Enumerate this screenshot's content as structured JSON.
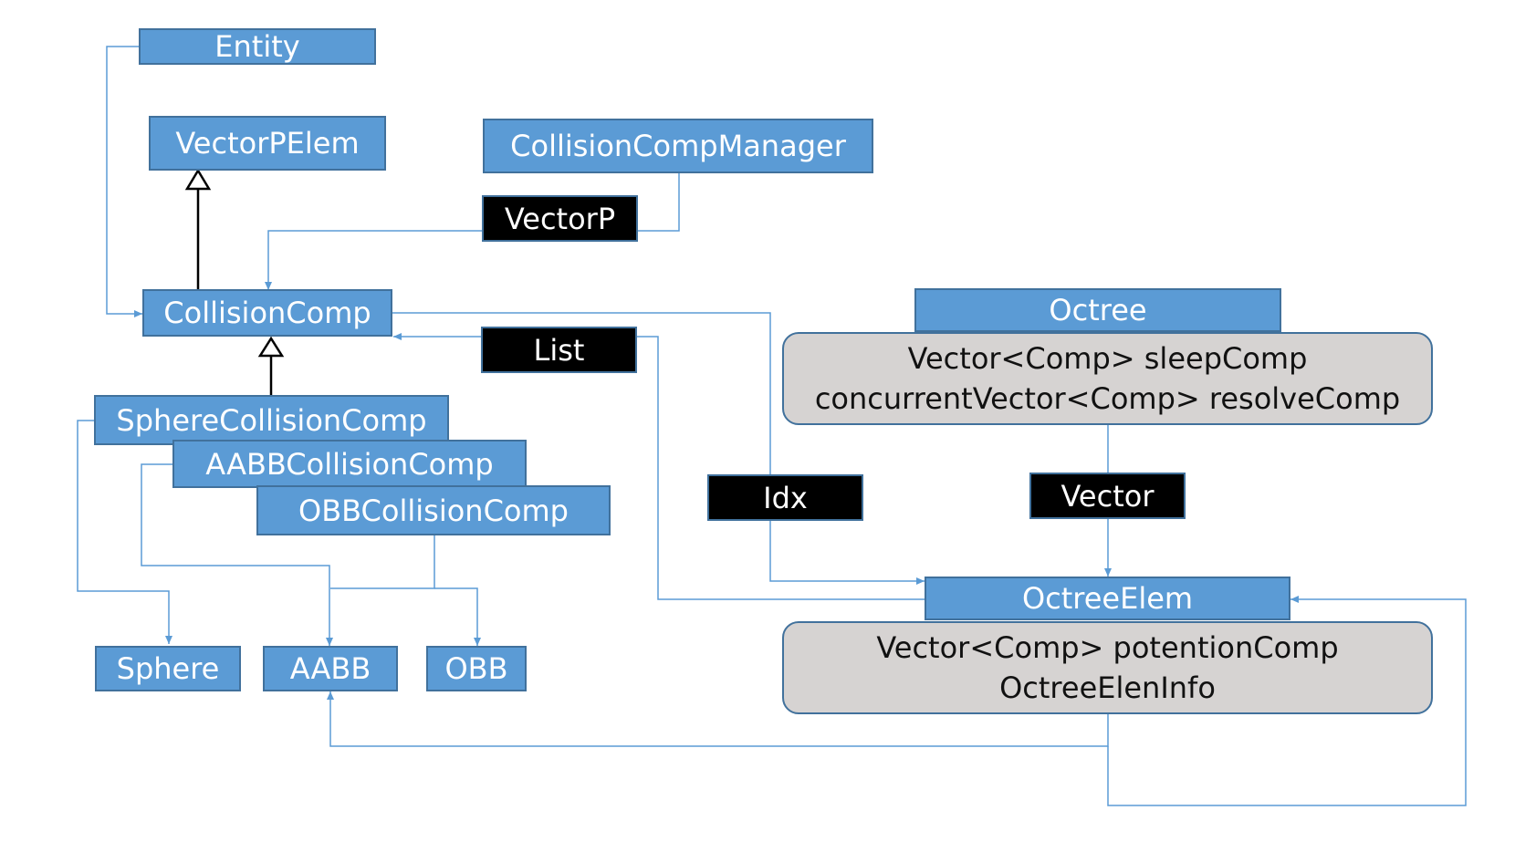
{
  "classes": {
    "entity": "Entity",
    "vector_p_elem": "VectorPElem",
    "collision_comp_manager": "CollisionCompManager",
    "collision_comp": "CollisionComp",
    "sphere_collision_comp": "SphereCollisionComp",
    "aabb_collision_comp": "AABBCollisionComp",
    "obb_collision_comp": "OBBCollisionComp",
    "sphere": "Sphere",
    "aabb": "AABB",
    "obb": "OBB",
    "octree": "Octree",
    "octree_elem": "OctreeElem"
  },
  "edge_labels": {
    "vector_p": "VectorP",
    "list": "List",
    "idx": "Idx",
    "vector": "Vector"
  },
  "members": {
    "octree": [
      "Vector<Comp>  sleepComp",
      "concurrentVector<Comp>  resolveComp"
    ],
    "octree_elem": [
      "Vector<Comp>  potentionComp",
      "OctreeElenInfo"
    ]
  },
  "colors": {
    "class_fill": "#5b9bd5",
    "class_border": "#41719c",
    "connector": "#5b9bd5",
    "inheritance": "#000000",
    "panel_fill": "#d6d3d2"
  }
}
